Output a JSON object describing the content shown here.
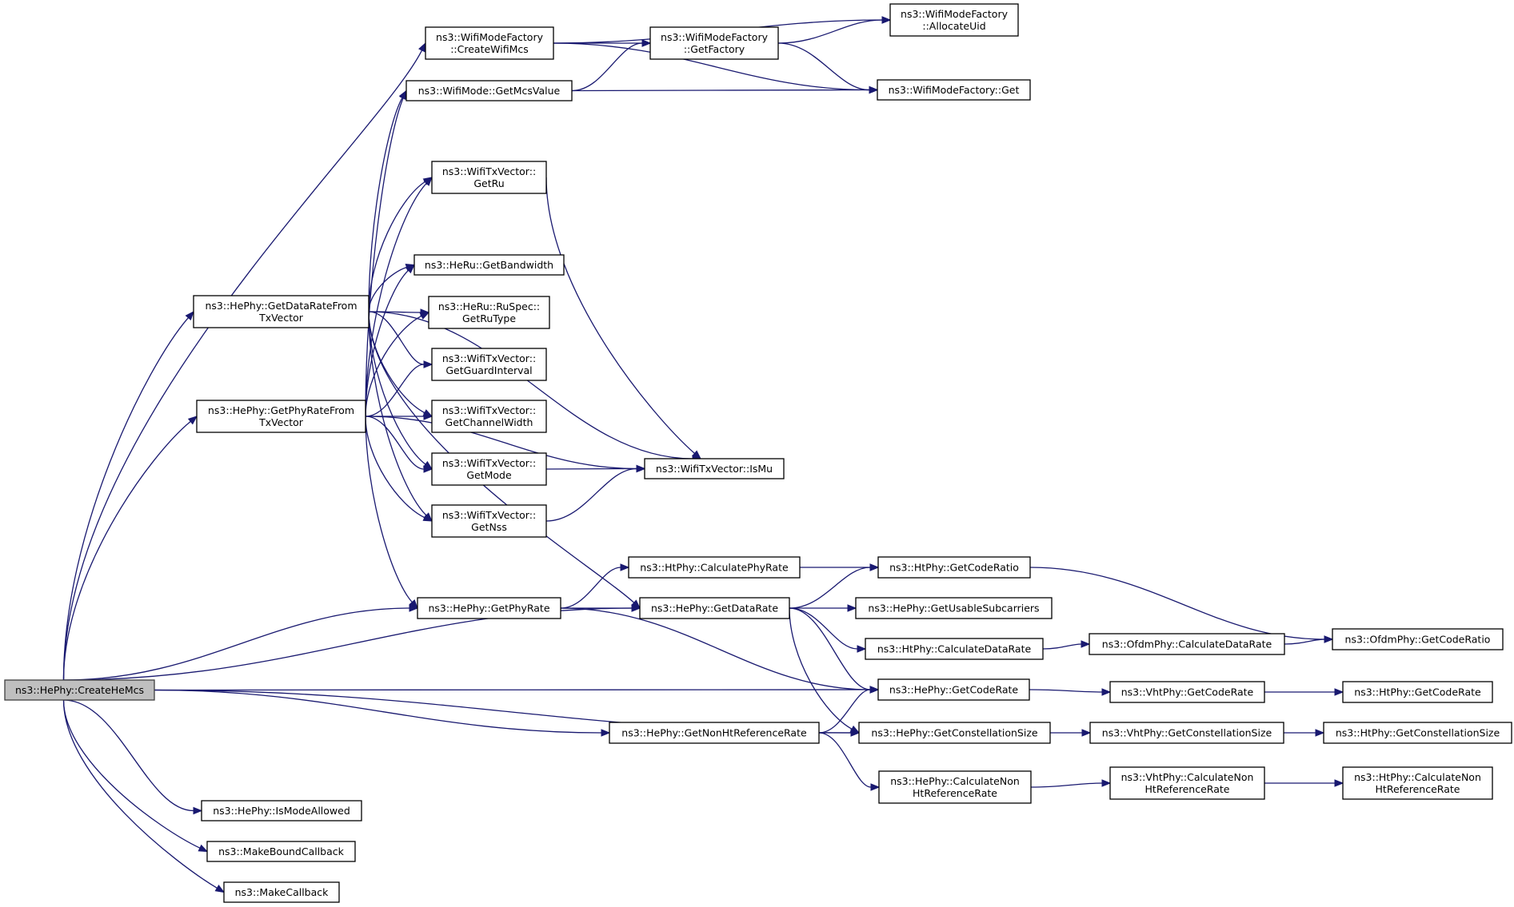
{
  "title": "Call graph of ns3::HePhy::CreateHeMcs",
  "colors": {
    "edge": "#191970",
    "root_fill": "#bfbfbf",
    "node_fill": "#ffffff",
    "node_border": "#000000"
  },
  "nodes": [
    {
      "id": "CreateHeMcs",
      "lines": [
        "ns3::HePhy::CreateHeMcs"
      ],
      "root": true
    },
    {
      "id": "CreateWifiMcs",
      "lines": [
        "ns3::WifiModeFactory",
        "::CreateWifiMcs"
      ]
    },
    {
      "id": "GetFactory",
      "lines": [
        "ns3::WifiModeFactory",
        "::GetFactory"
      ]
    },
    {
      "id": "AllocateUid",
      "lines": [
        "ns3::WifiModeFactory",
        "::AllocateUid"
      ]
    },
    {
      "id": "FactoryGet",
      "lines": [
        "ns3::WifiModeFactory::Get"
      ]
    },
    {
      "id": "GetMcsValue",
      "lines": [
        "ns3::WifiMode::GetMcsValue"
      ]
    },
    {
      "id": "GetRu",
      "lines": [
        "ns3::WifiTxVector::",
        "GetRu"
      ]
    },
    {
      "id": "GetBandwidth",
      "lines": [
        "ns3::HeRu::GetBandwidth"
      ]
    },
    {
      "id": "GetRuType",
      "lines": [
        "ns3::HeRu::RuSpec::",
        "GetRuType"
      ]
    },
    {
      "id": "GetGuardInterval",
      "lines": [
        "ns3::WifiTxVector::",
        "GetGuardInterval"
      ]
    },
    {
      "id": "GetChannelWidth",
      "lines": [
        "ns3::WifiTxVector::",
        "GetChannelWidth"
      ]
    },
    {
      "id": "GetMode",
      "lines": [
        "ns3::WifiTxVector::",
        "GetMode"
      ]
    },
    {
      "id": "GetNss",
      "lines": [
        "ns3::WifiTxVector::",
        "GetNss"
      ]
    },
    {
      "id": "IsMu",
      "lines": [
        "ns3::WifiTxVector::IsMu"
      ]
    },
    {
      "id": "GetDataRateFromTxVector",
      "lines": [
        "ns3::HePhy::GetDataRateFrom",
        "TxVector"
      ]
    },
    {
      "id": "GetPhyRateFromTxVector",
      "lines": [
        "ns3::HePhy::GetPhyRateFrom",
        "TxVector"
      ]
    },
    {
      "id": "CalculatePhyRate",
      "lines": [
        "ns3::HtPhy::CalculatePhyRate"
      ]
    },
    {
      "id": "HtGetCodeRatio",
      "lines": [
        "ns3::HtPhy::GetCodeRatio"
      ]
    },
    {
      "id": "GetPhyRate",
      "lines": [
        "ns3::HePhy::GetPhyRate"
      ]
    },
    {
      "id": "GetDataRate",
      "lines": [
        "ns3::HePhy::GetDataRate"
      ]
    },
    {
      "id": "GetUsableSubcarriers",
      "lines": [
        "ns3::HePhy::GetUsableSubcarriers"
      ]
    },
    {
      "id": "HtCalculateDataRate",
      "lines": [
        "ns3::HtPhy::CalculateDataRate"
      ]
    },
    {
      "id": "OfdmCalculateDataRate",
      "lines": [
        "ns3::OfdmPhy::CalculateDataRate"
      ]
    },
    {
      "id": "OfdmGetCodeRatio",
      "lines": [
        "ns3::OfdmPhy::GetCodeRatio"
      ]
    },
    {
      "id": "HeGetCodeRate",
      "lines": [
        "ns3::HePhy::GetCodeRate"
      ]
    },
    {
      "id": "VhtGetCodeRate",
      "lines": [
        "ns3::VhtPhy::GetCodeRate"
      ]
    },
    {
      "id": "HtGetCodeRate",
      "lines": [
        "ns3::HtPhy::GetCodeRate"
      ]
    },
    {
      "id": "GetNonHtReferenceRate",
      "lines": [
        "ns3::HePhy::GetNonHtReferenceRate"
      ]
    },
    {
      "id": "HeGetConstellationSize",
      "lines": [
        "ns3::HePhy::GetConstellationSize"
      ]
    },
    {
      "id": "VhtGetConstellationSize",
      "lines": [
        "ns3::VhtPhy::GetConstellationSize"
      ]
    },
    {
      "id": "HtGetConstellationSize",
      "lines": [
        "ns3::HtPhy::GetConstellationSize"
      ]
    },
    {
      "id": "HeCalculateNonHt",
      "lines": [
        "ns3::HePhy::CalculateNon",
        "HtReferenceRate"
      ]
    },
    {
      "id": "VhtCalculateNonHt",
      "lines": [
        "ns3::VhtPhy::CalculateNon",
        "HtReferenceRate"
      ]
    },
    {
      "id": "HtCalculateNonHt",
      "lines": [
        "ns3::HtPhy::CalculateNon",
        "HtReferenceRate"
      ]
    },
    {
      "id": "IsModeAllowed",
      "lines": [
        "ns3::HePhy::IsModeAllowed"
      ]
    },
    {
      "id": "MakeBoundCallback",
      "lines": [
        "ns3::MakeBoundCallback"
      ]
    },
    {
      "id": "MakeCallback",
      "lines": [
        "ns3::MakeCallback"
      ]
    }
  ],
  "edges": [
    [
      "CreateHeMcs",
      "CreateWifiMcs"
    ],
    [
      "CreateHeMcs",
      "GetDataRateFromTxVector"
    ],
    [
      "CreateHeMcs",
      "GetPhyRateFromTxVector"
    ],
    [
      "CreateHeMcs",
      "GetPhyRate"
    ],
    [
      "CreateHeMcs",
      "GetDataRate"
    ],
    [
      "CreateHeMcs",
      "HeGetCodeRate"
    ],
    [
      "CreateHeMcs",
      "GetNonHtReferenceRate"
    ],
    [
      "CreateHeMcs",
      "HeGetConstellationSize"
    ],
    [
      "CreateHeMcs",
      "IsModeAllowed"
    ],
    [
      "CreateHeMcs",
      "MakeBoundCallback"
    ],
    [
      "CreateHeMcs",
      "MakeCallback"
    ],
    [
      "CreateWifiMcs",
      "GetFactory"
    ],
    [
      "CreateWifiMcs",
      "AllocateUid"
    ],
    [
      "CreateWifiMcs",
      "FactoryGet"
    ],
    [
      "GetFactory",
      "AllocateUid"
    ],
    [
      "GetFactory",
      "FactoryGet"
    ],
    [
      "GetMcsValue",
      "GetFactory"
    ],
    [
      "GetMcsValue",
      "FactoryGet"
    ],
    [
      "GetDataRateFromTxVector",
      "GetMcsValue"
    ],
    [
      "GetDataRateFromTxVector",
      "GetRu"
    ],
    [
      "GetDataRateFromTxVector",
      "IsMu"
    ],
    [
      "GetDataRateFromTxVector",
      "GetDataRate"
    ],
    [
      "GetDataRateFromTxVector",
      "GetBandwidth"
    ],
    [
      "GetDataRateFromTxVector",
      "GetRuType"
    ],
    [
      "GetDataRateFromTxVector",
      "GetGuardInterval"
    ],
    [
      "GetDataRateFromTxVector",
      "GetChannelWidth"
    ],
    [
      "GetDataRateFromTxVector",
      "GetMode"
    ],
    [
      "GetDataRateFromTxVector",
      "GetNss"
    ],
    [
      "GetPhyRateFromTxVector",
      "GetMcsValue"
    ],
    [
      "GetPhyRateFromTxVector",
      "GetRu"
    ],
    [
      "GetPhyRateFromTxVector",
      "GetBandwidth"
    ],
    [
      "GetPhyRateFromTxVector",
      "GetRuType"
    ],
    [
      "GetPhyRateFromTxVector",
      "GetGuardInterval"
    ],
    [
      "GetPhyRateFromTxVector",
      "GetChannelWidth"
    ],
    [
      "GetPhyRateFromTxVector",
      "GetMode"
    ],
    [
      "GetPhyRateFromTxVector",
      "GetNss"
    ],
    [
      "GetPhyRateFromTxVector",
      "IsMu"
    ],
    [
      "GetPhyRateFromTxVector",
      "GetPhyRate"
    ],
    [
      "GetRu",
      "IsMu"
    ],
    [
      "GetMode",
      "IsMu"
    ],
    [
      "GetNss",
      "IsMu"
    ],
    [
      "GetPhyRate",
      "CalculatePhyRate"
    ],
    [
      "GetPhyRate",
      "GetDataRate"
    ],
    [
      "GetPhyRate",
      "HeGetCodeRate"
    ],
    [
      "CalculatePhyRate",
      "HtGetCodeRatio"
    ],
    [
      "GetDataRate",
      "HtGetCodeRatio"
    ],
    [
      "GetDataRate",
      "GetUsableSubcarriers"
    ],
    [
      "GetDataRate",
      "HtCalculateDataRate"
    ],
    [
      "GetDataRate",
      "HeGetCodeRate"
    ],
    [
      "GetDataRate",
      "HeGetConstellationSize"
    ],
    [
      "HtGetCodeRatio",
      "OfdmGetCodeRatio"
    ],
    [
      "HtCalculateDataRate",
      "OfdmCalculateDataRate"
    ],
    [
      "OfdmCalculateDataRate",
      "OfdmGetCodeRatio"
    ],
    [
      "HeGetCodeRate",
      "VhtGetCodeRate"
    ],
    [
      "VhtGetCodeRate",
      "HtGetCodeRate"
    ],
    [
      "GetNonHtReferenceRate",
      "HeGetCodeRate"
    ],
    [
      "GetNonHtReferenceRate",
      "HeGetConstellationSize"
    ],
    [
      "GetNonHtReferenceRate",
      "HeCalculateNonHt"
    ],
    [
      "HeGetConstellationSize",
      "VhtGetConstellationSize"
    ],
    [
      "VhtGetConstellationSize",
      "HtGetConstellationSize"
    ],
    [
      "HeCalculateNonHt",
      "VhtCalculateNonHt"
    ],
    [
      "VhtCalculateNonHt",
      "HtCalculateNonHt"
    ]
  ]
}
